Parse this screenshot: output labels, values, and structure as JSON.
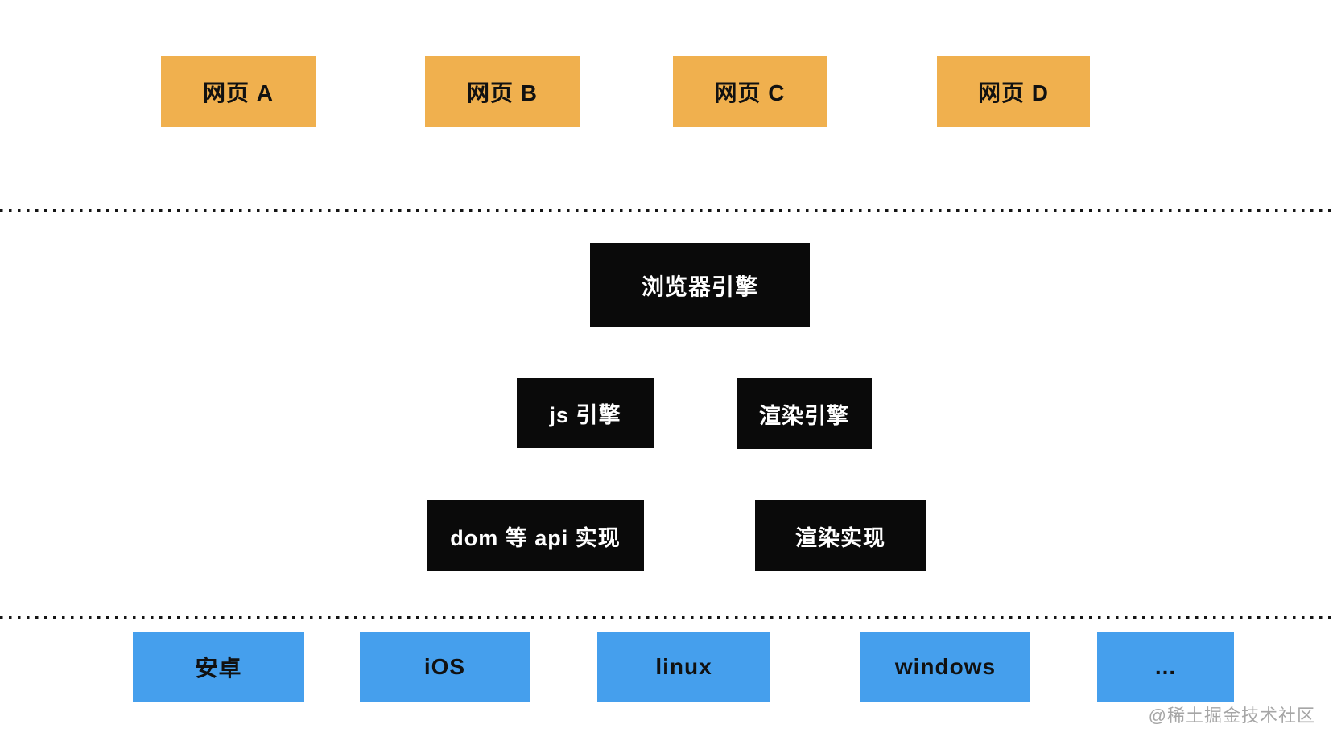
{
  "colors": {
    "webpage_box": "#F0B04E",
    "engine_box": "#0A0A0A",
    "platform_box": "#459FED",
    "box_text_dark": "#111111",
    "box_text_light": "#FFFFFF",
    "divider": "#151515",
    "watermark": "#A6A6A6"
  },
  "webpages": [
    {
      "label": "网页 A"
    },
    {
      "label": "网页 B"
    },
    {
      "label": "网页 C"
    },
    {
      "label": "网页 D"
    }
  ],
  "browser_engine": {
    "label": "浏览器引擎"
  },
  "engines": [
    {
      "label": "js 引擎"
    },
    {
      "label": "渲染引擎"
    }
  ],
  "implementations": [
    {
      "label": "dom 等 api 实现"
    },
    {
      "label": "渲染实现"
    }
  ],
  "platforms": [
    {
      "label": "安卓"
    },
    {
      "label": "iOS"
    },
    {
      "label": "linux"
    },
    {
      "label": "windows"
    },
    {
      "label": "..."
    }
  ],
  "watermark": {
    "text": "@稀土掘金技术社区"
  }
}
